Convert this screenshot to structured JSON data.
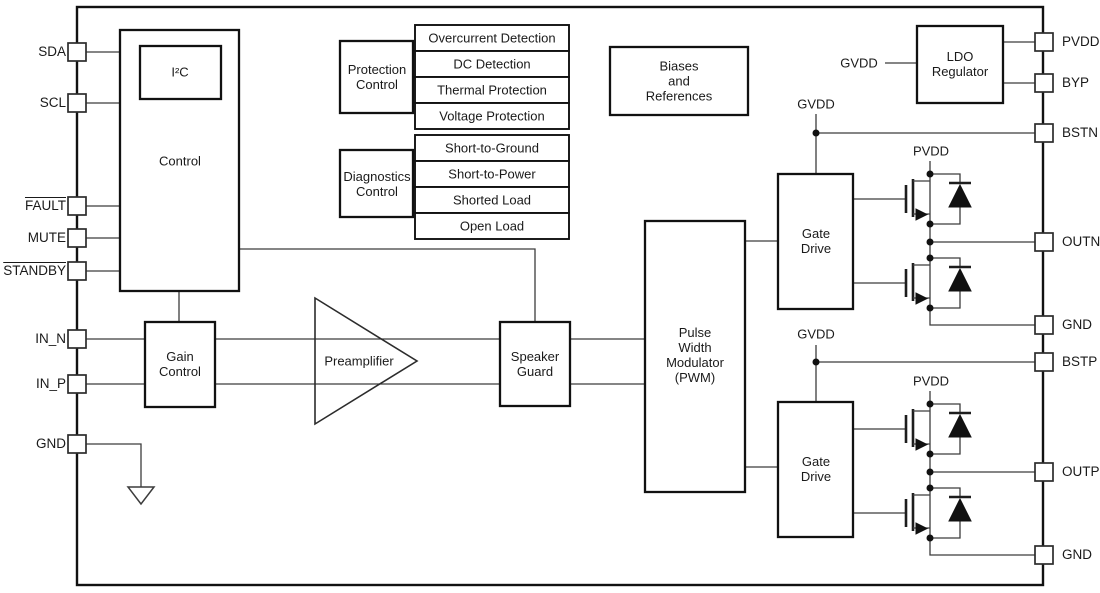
{
  "pins": {
    "left": [
      {
        "label": "SDA",
        "active_low": false
      },
      {
        "label": "SCL",
        "active_low": false
      },
      {
        "label": "FAULT",
        "active_low": true
      },
      {
        "label": "MUTE",
        "active_low": false
      },
      {
        "label": "STANDBY",
        "active_low": true
      },
      {
        "label": "IN_N",
        "active_low": false
      },
      {
        "label": "IN_P",
        "active_low": false
      },
      {
        "label": "GND",
        "active_low": false
      }
    ],
    "right": [
      {
        "label": "PVDD"
      },
      {
        "label": "BYP"
      },
      {
        "label": "BSTN"
      },
      {
        "label": "OUTN"
      },
      {
        "label": "GND"
      },
      {
        "label": "BSTP"
      },
      {
        "label": "OUTP"
      },
      {
        "label": "GND"
      }
    ]
  },
  "blocks": {
    "control": "Control",
    "i2c": "I²C",
    "gain_control": "Gain\nControl",
    "preamplifier": "Preamplifier",
    "speaker_guard": "Speaker\nGuard",
    "pwm": "Pulse\nWidth\nModulator\n(PWM)",
    "protection_control": "Protection\nControl",
    "diagnostics_control": "Diagnostics\nControl",
    "biases": "Biases\nand\nReferences",
    "ldo": "LDO\nRegulator",
    "gate_drive_top": "Gate\nDrive",
    "gate_drive_bottom": "Gate\nDrive"
  },
  "protection_items": [
    "Overcurrent Detection",
    "DC Detection",
    "Thermal Protection",
    "Voltage Protection"
  ],
  "diagnostics_items": [
    "Short-to-Ground",
    "Short-to-Power",
    "Shorted Load",
    "Open Load"
  ],
  "net_labels": {
    "gvdd_ldo": "GVDD",
    "gvdd_top": "GVDD",
    "gvdd_bottom": "GVDD",
    "pvdd_top": "PVDD",
    "pvdd_bottom": "PVDD"
  },
  "colors": {
    "line": "#1a1a1a",
    "background": "#ffffff"
  }
}
